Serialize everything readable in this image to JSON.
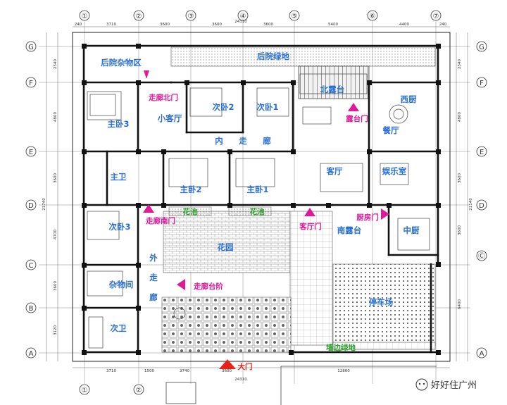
{
  "rooms": {
    "back_storage": "后院杂物区",
    "back_garden": "后院绿地",
    "north_terrace": "北露台",
    "west_kitchen": "西厨",
    "master_bedroom": "主卧3",
    "small_living": "小客厅",
    "second_bedroom_2": "次卧2",
    "second_bedroom_1": "次卧1",
    "dining": "餐厅",
    "inner_corridor_1": "内",
    "inner_corridor_2": "走",
    "inner_corridor_3": "廊",
    "master_bath": "主卫",
    "master_bedroom_2": "主卧2",
    "master_bedroom_1": "主卧1",
    "living_room": "客厅",
    "entertainment": "娱乐室",
    "second_bedroom_3": "次卧3",
    "south_terrace": "南露台",
    "chinese_kitchen": "中厨",
    "garden": "花园",
    "outer_corridor_1": "外",
    "outer_corridor_2": "走",
    "outer_corridor_3": "廊",
    "storage": "杂物间",
    "parking": "停车场",
    "second_bath": "次卫"
  },
  "greens": {
    "planter_1": "花池",
    "planter_2": "花池",
    "wall_green": "墙边绿地"
  },
  "markers": {
    "corridor_north_door": "走廊北门",
    "terrace_door": "露台门",
    "corridor_south_door": "走廊南门",
    "living_door": "客厅门",
    "kitchen_door": "厨房门",
    "corridor_steps": "走廊台阶",
    "main_gate": "大门"
  },
  "axes": {
    "columns": [
      "①",
      "②",
      "③",
      "④",
      "⑤",
      "⑥",
      "⑦"
    ],
    "rows": [
      "G",
      "F",
      "E",
      "D",
      "C",
      "B",
      "A"
    ],
    "row_right_C": "Ⓒ"
  },
  "dimensions": {
    "top": [
      "240",
      "3710",
      "3600",
      "3600",
      "3600",
      "5400",
      "4400",
      "240"
    ],
    "top_total": "24310",
    "bottom": [
      "3710",
      "1500",
      "3740",
      "3600",
      "12860"
    ],
    "bottom_total": "24310",
    "left": [
      "2540",
      "4800",
      "3600",
      "4700",
      "3600",
      "3120"
    ],
    "left_total": "21740",
    "right": [
      "2540",
      "4800",
      "3600",
      "3600",
      "6400"
    ],
    "right_total": "21140"
  },
  "watermark": "好好住广州",
  "colors": {
    "room_label": "#2a6fd6",
    "green_label": "#2ca02c",
    "marker": "#e0189a",
    "gate": "#e8221b"
  }
}
